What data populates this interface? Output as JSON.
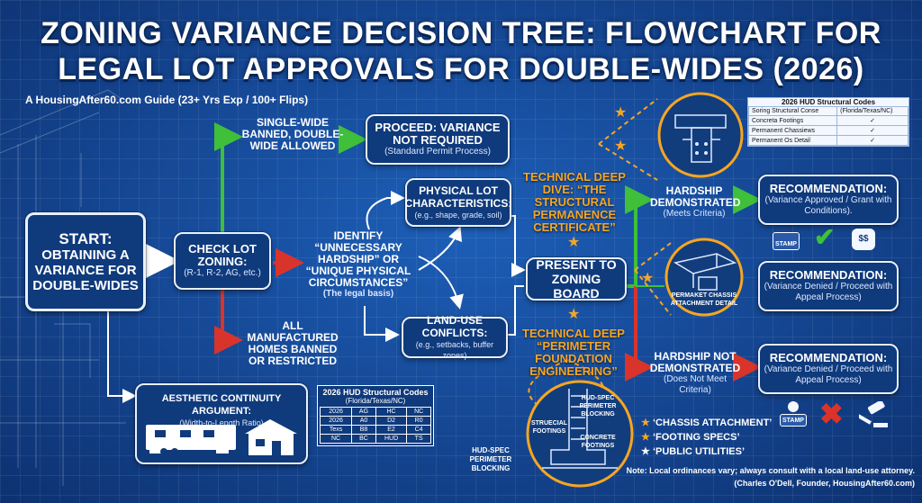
{
  "title_line1": "ZONING VARIANCE DECISION TREE: FLOWCHART FOR",
  "title_line2": "LEGAL LOT APPROVALS FOR DOUBLE-WIDES (2026)",
  "subtitle": "A HousingAfter60.com Guide (23+ Yrs Exp / 100+ Flips)",
  "start": {
    "l1": "START:",
    "l2": "OBTAINING A",
    "l3": "VARIANCE FOR",
    "l4": "DOUBLE-WIDES"
  },
  "check": {
    "head": "CHECK LOT ZONING:",
    "sub": "(R-1, R-2, AG, etc.)"
  },
  "single_wide": "SINGLE-WIDE BANNED, DOUBLE-WIDE ALLOWED",
  "all_banned": "ALL MANUFACTURED HOMES BANNED OR RESTRICTED",
  "proceed": {
    "head": "PROCEED: VARIANCE NOT REQUIRED",
    "sub": "(Standard Permit Process)"
  },
  "identify": {
    "head": "IDENTIFY “UNNECESSARY HARDSHIP” OR “UNIQUE PHYSICAL CIRCUMSTANCES”",
    "sub": "(The legal basis)"
  },
  "physical": {
    "head": "PHYSICAL LOT CHARACTERISTICS:",
    "sub": "(e.g., shape, grade, soil)"
  },
  "landuse": {
    "head": "LAND-USE CONFLICTS:",
    "sub": "(e.g., setbacks, buffer zones)"
  },
  "present": {
    "head": "PRESENT TO ZONING BOARD"
  },
  "deep1": "TECHNICAL DEEP DIVE: “THE STRUCTURAL PERMANENCE CERTIFICATE”",
  "deep2": "TECHNICAL DEEP “PERIMETER FOUNDATION ENGINEERING”",
  "hardship": {
    "head": "HARDSHIP DEMONSTRATED",
    "sub": "(Meets Criteria)"
  },
  "no_hardship": {
    "head": "HARDSHIP NOT DEMONSTRATED",
    "sub": "(Does Not Meet Criteria)"
  },
  "rec1": {
    "head": "RECOMMENDATION:",
    "sub": "(Variance Approved / Grant with Conditions)."
  },
  "rec2": {
    "head": "RECOMMENDATION:",
    "sub": "(Variance Denied / Proceed with Appeal Process)"
  },
  "rec3": {
    "head": "RECOMMENDATION:",
    "sub": "(Variance Denied / Proceed with Appeal Process)"
  },
  "aesthetic": {
    "head": "AESTHETIC CONTINUITY ARGUMENT:",
    "sub": "(Width-to-Length Ratio)"
  },
  "codes_table": {
    "title": "2026 HUD Structural Codes",
    "subtitle": "(Florida/Texas/NC)",
    "rows": [
      [
        "2026",
        "AG",
        "HC",
        "NC"
      ],
      [
        "2026",
        "A0",
        "D2",
        "R0"
      ],
      [
        "Texs",
        "B8",
        "E2",
        "C4"
      ],
      [
        "NC",
        "BC",
        "HUD",
        "TS"
      ]
    ]
  },
  "hud_table": {
    "title": "2026 HUD Structural Codes",
    "header": [
      "Soring Structural Conse",
      "(Florida/Texas/NC)"
    ],
    "rows": [
      [
        "Concreta Footings",
        "✓"
      ],
      [
        "Permanent Chassiews",
        "✓"
      ],
      [
        "Permanent Os Detail",
        "✓"
      ]
    ]
  },
  "chassis_label": "PERMAKET CHASSIS ATTACHMENT DETAIL",
  "foundation_labels": {
    "struecial": "STRUECIAL FOOTINGS",
    "hudspec": "HUD-SPEC PERIMETER BLOCKING",
    "concrete": "CONCRETE FOOTINGS"
  },
  "hudspec_outside": "HUD-SPEC PERIMETER BLOCKING",
  "legend": [
    "‘CHASSIS ATTACHMENT’",
    "‘FOOTING SPECS’",
    "‘PUBLIC UTILITIES’"
  ],
  "stamp_label": "STAMP",
  "note": "Note: Local ordinances vary; always consult with a local land-use attorney.",
  "credit": "(Charles O'Dell, Founder, HousingAfter60.com)",
  "colors": {
    "green": "#3fbf3a",
    "red": "#d9342b",
    "orange": "#f5a623",
    "white": "#ffffff"
  }
}
